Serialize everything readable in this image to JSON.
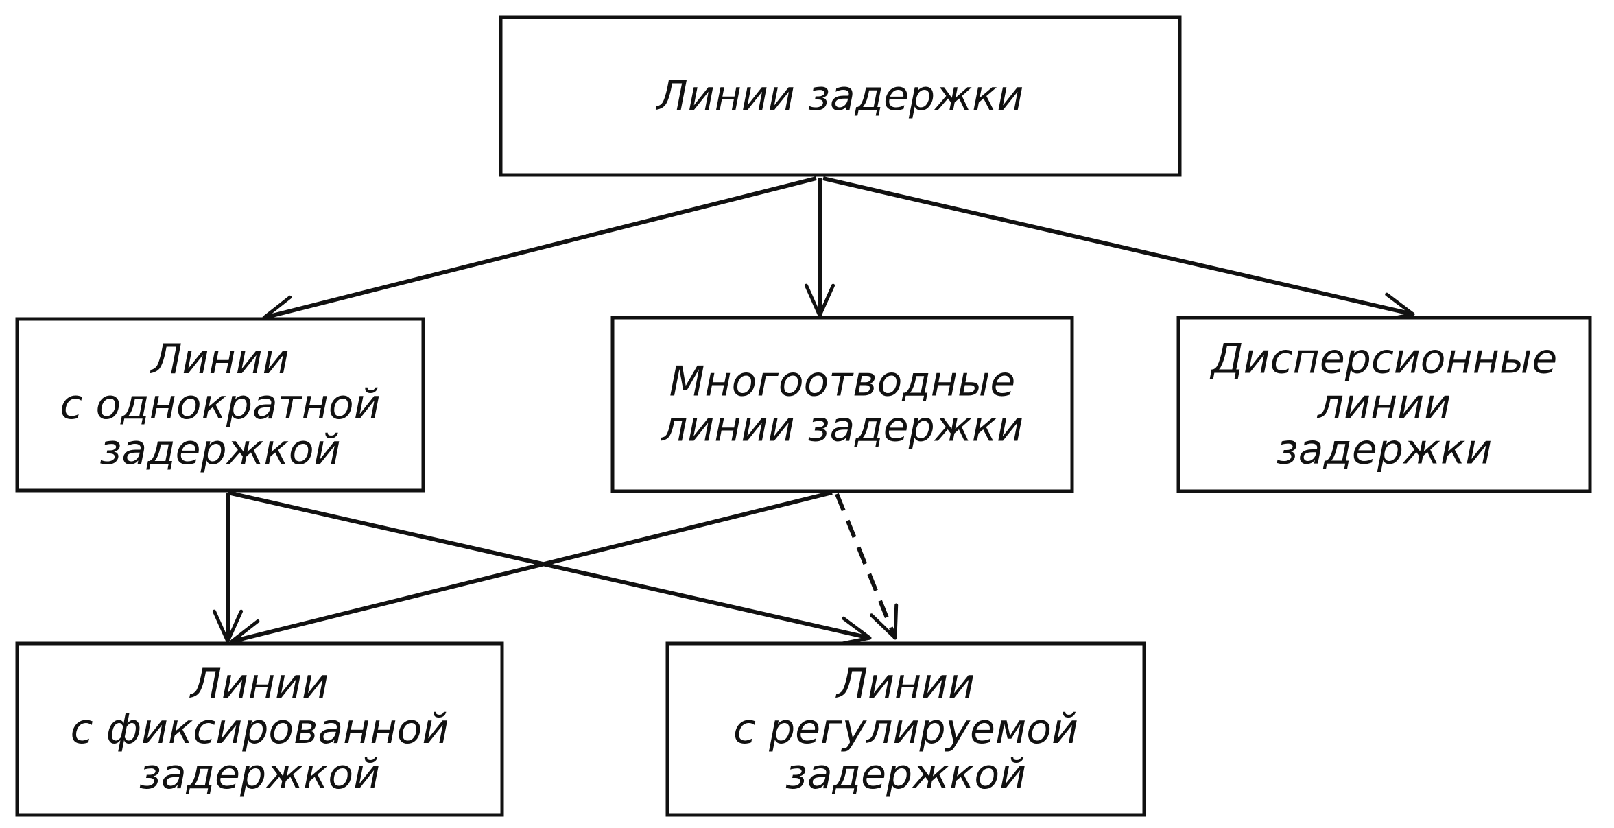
{
  "diagram": {
    "type": "hierarchy",
    "nodes": [
      {
        "id": "delay-lines",
        "lines": [
          "Линии задержки"
        ]
      },
      {
        "id": "single-delay",
        "lines": [
          "Линии",
          "с однократной",
          "задержкой"
        ]
      },
      {
        "id": "multitap",
        "lines": [
          "Многоотводные",
          "линии задержки"
        ]
      },
      {
        "id": "dispersive",
        "lines": [
          "Дисперсионные",
          "линии",
          "задержки"
        ]
      },
      {
        "id": "fixed-delay",
        "lines": [
          "Линии",
          "с фиксированной",
          "задержкой"
        ]
      },
      {
        "id": "adjustable-delay",
        "lines": [
          "Линии",
          "с регулируемой",
          "задержкой"
        ]
      }
    ],
    "edges": [
      {
        "from": "delay-lines",
        "to": "single-delay",
        "style": "solid"
      },
      {
        "from": "delay-lines",
        "to": "multitap",
        "style": "solid"
      },
      {
        "from": "delay-lines",
        "to": "dispersive",
        "style": "solid"
      },
      {
        "from": "single-delay",
        "to": "fixed-delay",
        "style": "solid"
      },
      {
        "from": "single-delay",
        "to": "adjustable-delay",
        "style": "solid"
      },
      {
        "from": "multitap",
        "to": "fixed-delay",
        "style": "solid"
      },
      {
        "from": "multitap",
        "to": "adjustable-delay",
        "style": "dashed"
      }
    ]
  }
}
